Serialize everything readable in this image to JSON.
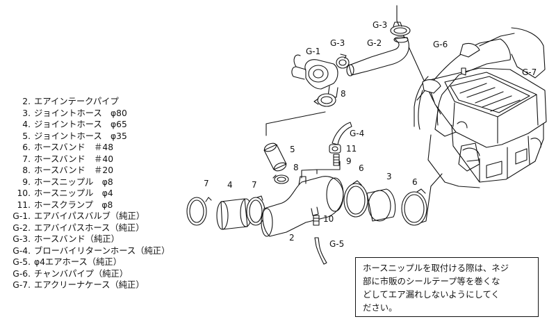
{
  "parts": [
    {
      "code": "2.",
      "desc": "エアインテークパイプ"
    },
    {
      "code": "3.",
      "desc": "ジョイントホース　φ80"
    },
    {
      "code": "4.",
      "desc": "ジョイントホース　φ65"
    },
    {
      "code": "5.",
      "desc": "ジョイントホース　φ35"
    },
    {
      "code": "6.",
      "desc": "ホースバンド　＃48"
    },
    {
      "code": "7.",
      "desc": "ホースバンド　＃40"
    },
    {
      "code": "8.",
      "desc": "ホースバンド　＃20"
    },
    {
      "code": "9.",
      "desc": "ホースニップル　φ8"
    },
    {
      "code": "10.",
      "desc": "ホースニップル　φ4"
    },
    {
      "code": "11.",
      "desc": "ホースクランプ　φ8"
    },
    {
      "code": "G-1.",
      "desc": "エアバイパスバルブ（純正）"
    },
    {
      "code": "G-2.",
      "desc": "エアバイパスホース（純正）"
    },
    {
      "code": "G-3.",
      "desc": "ホースバンド（純正）"
    },
    {
      "code": "G-4.",
      "desc": "ブローバイリターンホース（純正）"
    },
    {
      "code": "G-5.",
      "desc": "φ4エアホース（純正）"
    },
    {
      "code": "G-6.",
      "desc": "チャンバパイプ（純正）"
    },
    {
      "code": "G-7.",
      "desc": "エアクリーナケース（純正）"
    }
  ],
  "callouts": {
    "g1": "G-1",
    "g2": "G-2",
    "g3a": "G-3",
    "g3b": "G-3",
    "g4": "G-4",
    "g5": "G-5",
    "g6": "G-6",
    "g7": "G-7",
    "n2": "2",
    "n3": "3",
    "n4": "4",
    "n5": "5",
    "n6a": "6",
    "n6b": "6",
    "n7a": "7",
    "n7b": "7",
    "n8a": "8",
    "n8b": "8",
    "n9": "9",
    "n10": "10",
    "n11": "11"
  },
  "note": {
    "lines": [
      "ホースニップルを取付ける際は、ネジ",
      "部に市販のシールテープ等を巻くな",
      "どしてエア漏れしないようにしてく",
      "ださい。"
    ]
  }
}
